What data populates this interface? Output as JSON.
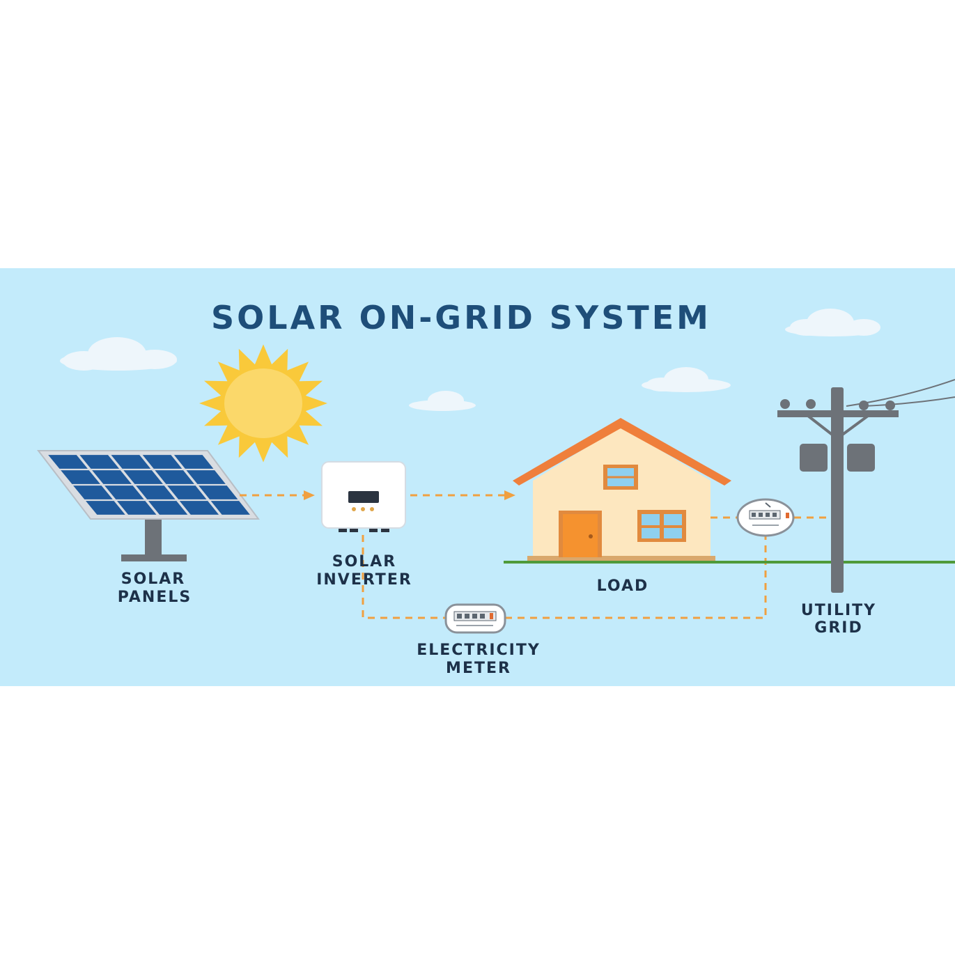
{
  "title": "SOLAR ON-GRID SYSTEM",
  "labels": {
    "solar_panels": [
      "SOLAR",
      "PANELS"
    ],
    "solar_inverter": [
      "SOLAR",
      "INVERTER"
    ],
    "load": "LOAD",
    "utility_grid": [
      "UTILITY",
      "GRID"
    ],
    "electricity_meter": [
      "ELECTRICITY",
      "METER"
    ]
  },
  "colors": {
    "sky": "#c3ebfb",
    "title": "#1e4e79",
    "label": "#1d3149",
    "flow_line": "#f0a040",
    "sun": "#f9c93a",
    "sun_core": "#fbd86a",
    "panel_cell": "#1f5a9c",
    "roof": "#ef7f3b",
    "house_wall": "#fde7bf",
    "ground": "#4f9a3a",
    "pole": "#6d7278"
  }
}
